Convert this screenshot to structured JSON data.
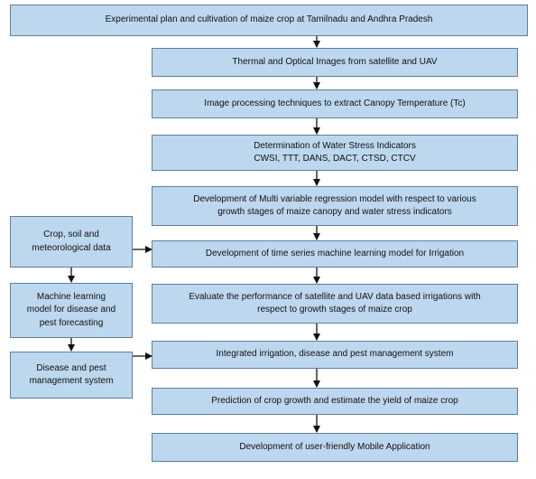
{
  "main_flow": [
    {
      "lines": [
        "Experimental plan and cultivation of maize crop at Tamilnadu and Andhra Pradesh"
      ]
    },
    {
      "lines": [
        "Thermal and Optical Images from satellite and UAV"
      ]
    },
    {
      "lines": [
        "Image processing techniques to extract Canopy Temperature (Tc)"
      ]
    },
    {
      "lines": [
        "Determination of Water Stress Indicators",
        "CWSI, TTT, DANS, DACT, CTSD, CTCV"
      ]
    },
    {
      "lines": [
        "Development of Multi variable regression model with respect to various",
        "growth stages of maize canopy and water stress indicators"
      ]
    },
    {
      "lines": [
        "Development of time series machine learning model for Irrigation"
      ]
    },
    {
      "lines": [
        "Evaluate the performance of satellite and UAV data based irrigations with",
        "respect to growth stages of maize crop"
      ]
    },
    {
      "lines": [
        "Integrated irrigation, disease and pest management system"
      ]
    },
    {
      "lines": [
        "Prediction of crop growth and estimate the yield of maize crop"
      ]
    },
    {
      "lines": [
        "Development of user-friendly Mobile Application"
      ]
    }
  ],
  "side_flow": [
    {
      "lines": [
        "Crop, soil and",
        "meteorological data"
      ]
    },
    {
      "lines": [
        "Machine learning",
        "model for disease and",
        "pest forecasting"
      ]
    },
    {
      "lines": [
        "Disease and pest",
        "management system"
      ]
    }
  ],
  "colors": {
    "box_fill": "#bdd7ee",
    "box_border": "#5b7fa3",
    "arrow": "#111111"
  }
}
